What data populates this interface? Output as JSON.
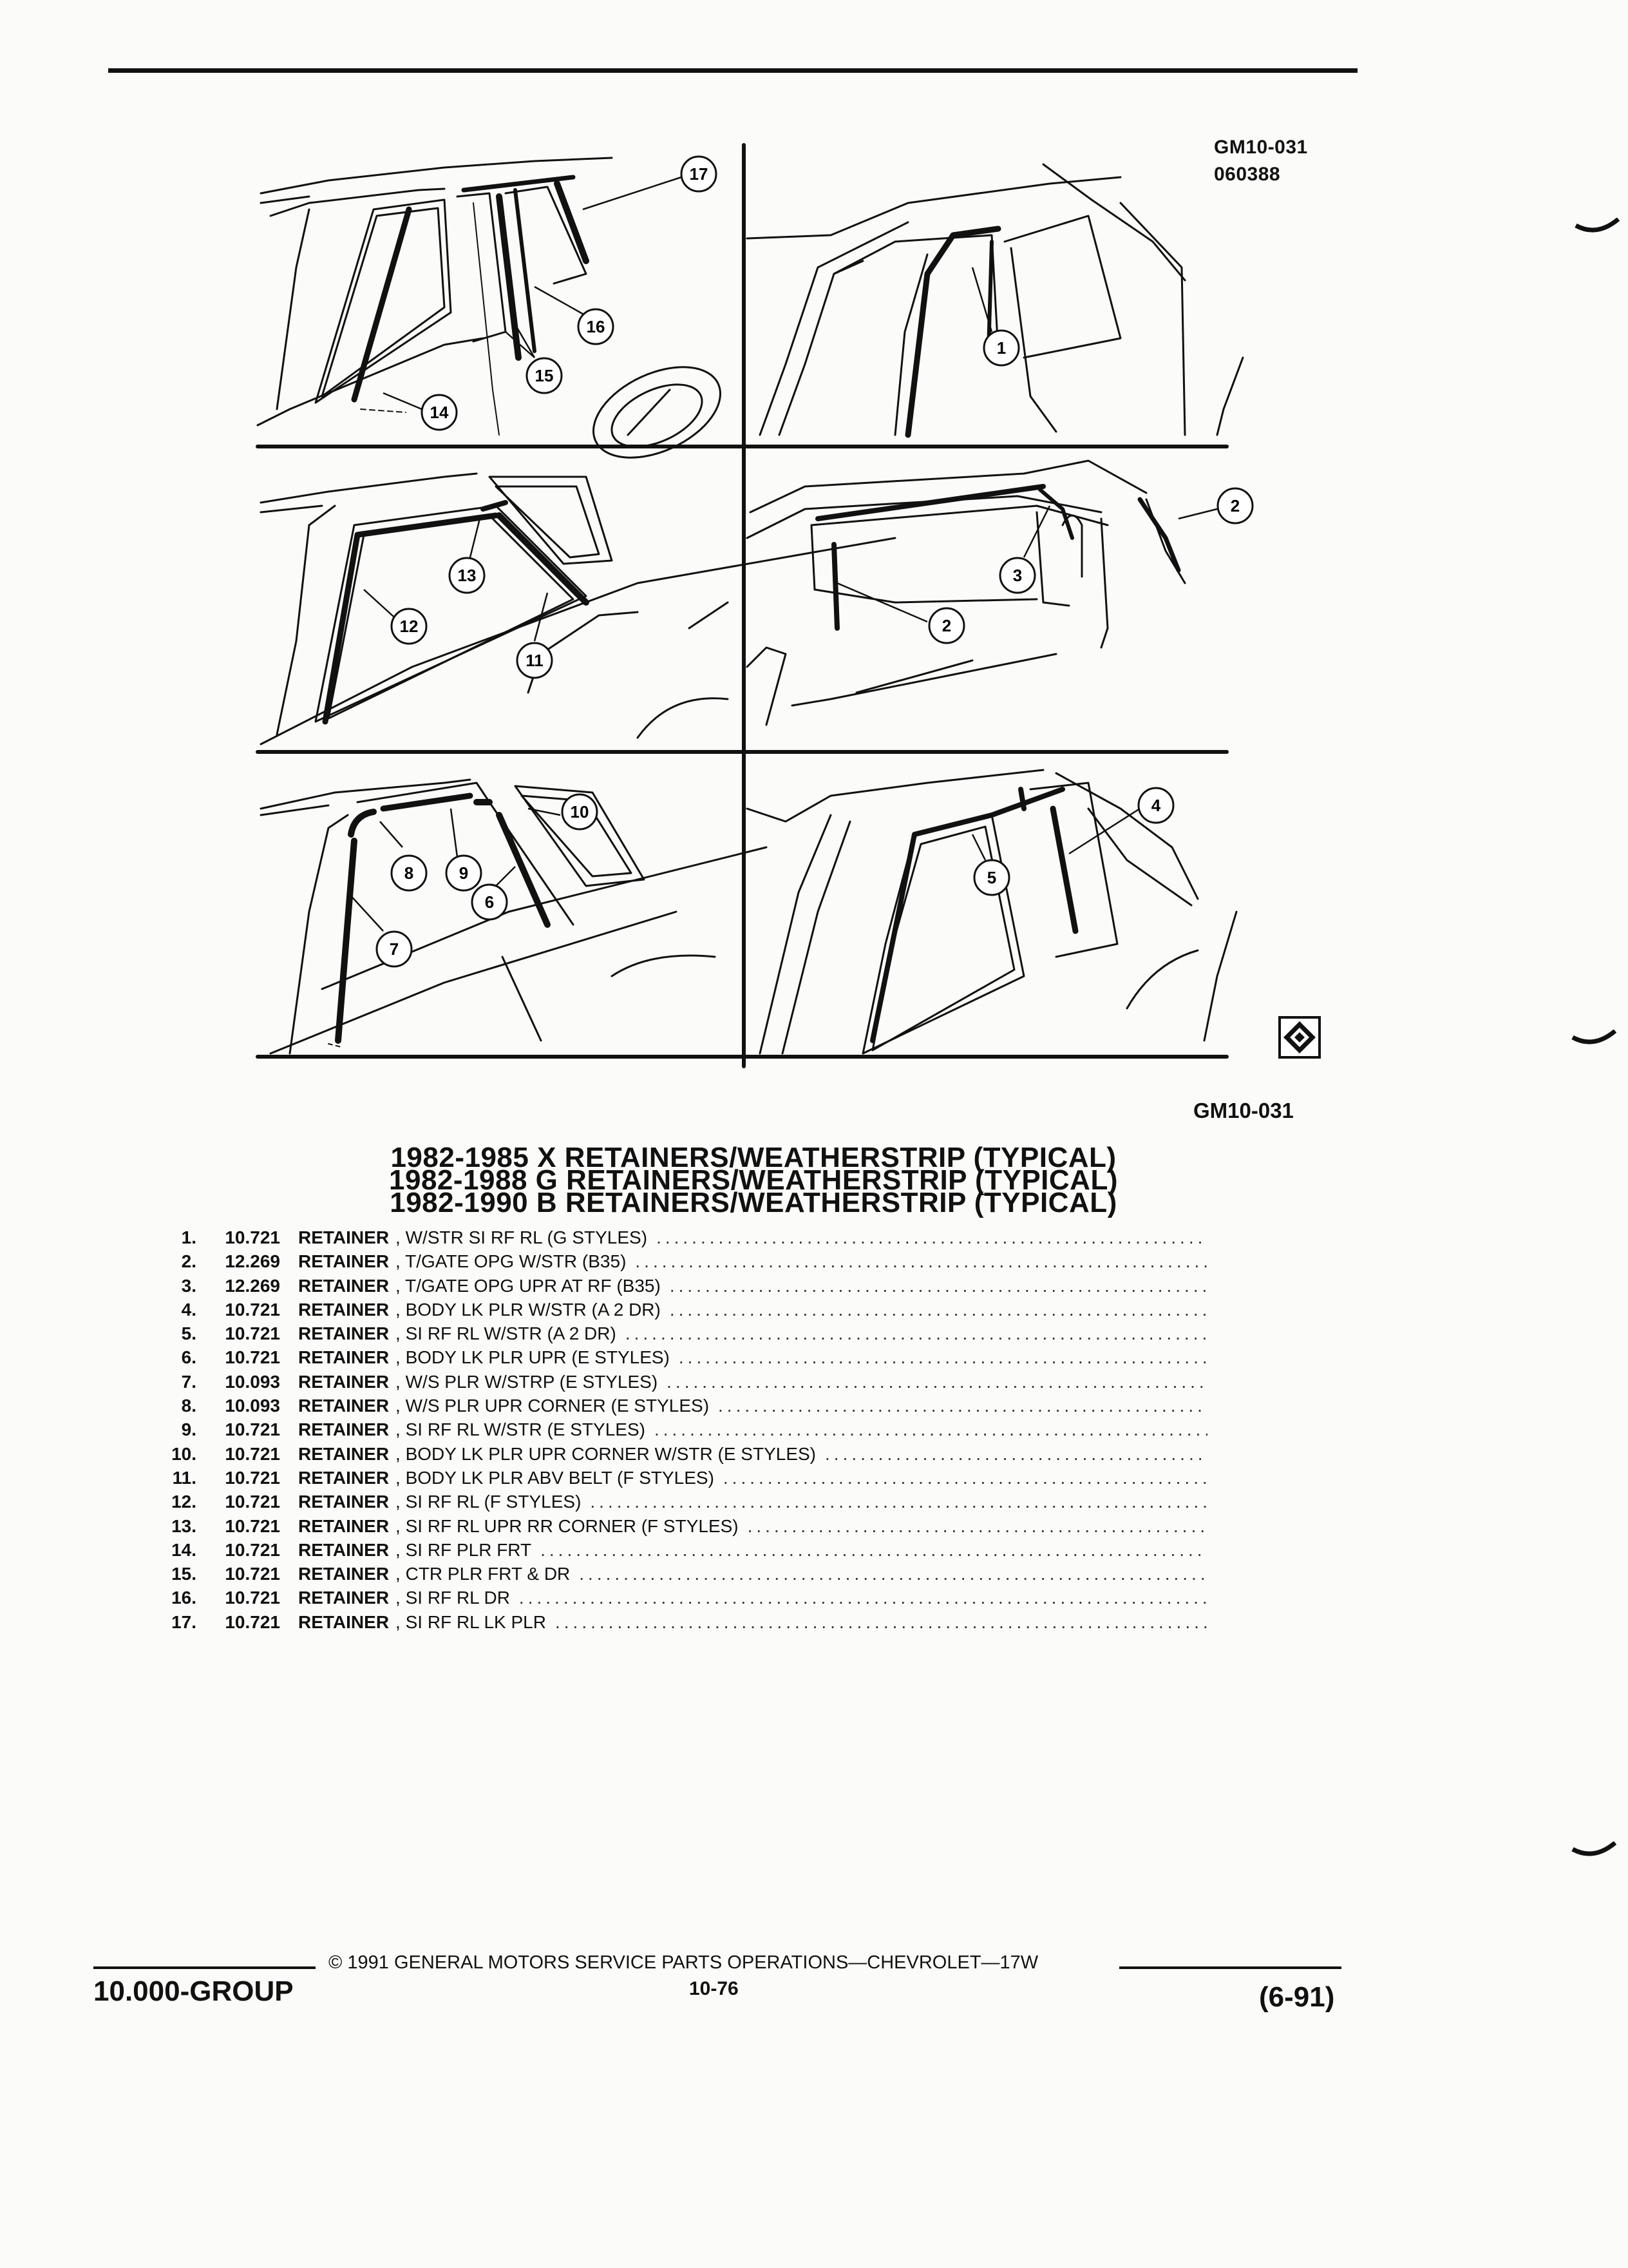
{
  "header": {
    "code": "GM10-031",
    "date_code": "060388"
  },
  "illustration": {
    "figure_code": "GM10-031",
    "callouts": [
      "1",
      "2",
      "3",
      "4",
      "5",
      "6",
      "7",
      "8",
      "9",
      "10",
      "11",
      "12",
      "13",
      "14",
      "15",
      "16",
      "17"
    ],
    "logo_icon": "gm-parts-diamond-icon"
  },
  "titles": [
    {
      "text": "1982-1985 X RETAINERS/WEATHERSTRIP (TYPICAL)"
    },
    {
      "text": "1982-1988 G RETAINERS/WEATHERSTRIP (TYPICAL)"
    },
    {
      "text": "1982-1990 B RETAINERS/WEATHERSTRIP (TYPICAL)"
    }
  ],
  "parts": [
    {
      "num": "1.",
      "group": "10.721",
      "name": "RETAINER",
      "desc": ", W/STR SI RF RL (G STYLES)"
    },
    {
      "num": "2.",
      "group": "12.269",
      "name": "RETAINER",
      "desc": ", T/GATE OPG W/STR (B35)"
    },
    {
      "num": "3.",
      "group": "12.269",
      "name": "RETAINER",
      "desc": ", T/GATE OPG UPR AT RF (B35)"
    },
    {
      "num": "4.",
      "group": "10.721",
      "name": "RETAINER",
      "desc": ", BODY LK PLR W/STR (A 2 DR)"
    },
    {
      "num": "5.",
      "group": "10.721",
      "name": "RETAINER",
      "desc": ", SI RF RL W/STR (A 2 DR)"
    },
    {
      "num": "6.",
      "group": "10.721",
      "name": "RETAINER",
      "desc": ", BODY LK PLR UPR (E STYLES)"
    },
    {
      "num": "7.",
      "group": "10.093",
      "name": "RETAINER",
      "desc": ", W/S PLR W/STRP (E STYLES)"
    },
    {
      "num": "8.",
      "group": "10.093",
      "name": "RETAINER",
      "desc": ", W/S PLR UPR CORNER (E STYLES)"
    },
    {
      "num": "9.",
      "group": "10.721",
      "name": "RETAINER",
      "desc": ", SI RF RL W/STR (E STYLES)"
    },
    {
      "num": "10.",
      "group": "10.721",
      "name": "RETAINER",
      "desc": ", BODY LK PLR UPR CORNER W/STR (E STYLES)"
    },
    {
      "num": "11.",
      "group": "10.721",
      "name": "RETAINER",
      "desc": ", BODY LK PLR ABV BELT (F STYLES)"
    },
    {
      "num": "12.",
      "group": "10.721",
      "name": "RETAINER",
      "desc": ", SI RF RL (F STYLES)"
    },
    {
      "num": "13.",
      "group": "10.721",
      "name": "RETAINER",
      "desc": ", SI RF RL UPR RR CORNER (F STYLES)"
    },
    {
      "num": "14.",
      "group": "10.721",
      "name": "RETAINER",
      "desc": ", SI RF PLR FRT"
    },
    {
      "num": "15.",
      "group": "10.721",
      "name": "RETAINER",
      "desc": ", CTR PLR FRT & DR"
    },
    {
      "num": "16.",
      "group": "10.721",
      "name": "RETAINER",
      "desc": ", SI RF RL DR"
    },
    {
      "num": "17.",
      "group": "10.721",
      "name": "RETAINER",
      "desc": ", SI RF RL LK PLR"
    }
  ],
  "footer": {
    "copyright": "© 1991 GENERAL MOTORS SERVICE PARTS OPERATIONS—CHEVROLET—17W",
    "group": "10.000-GROUP",
    "page": "10-76",
    "date": "(6-91)"
  }
}
